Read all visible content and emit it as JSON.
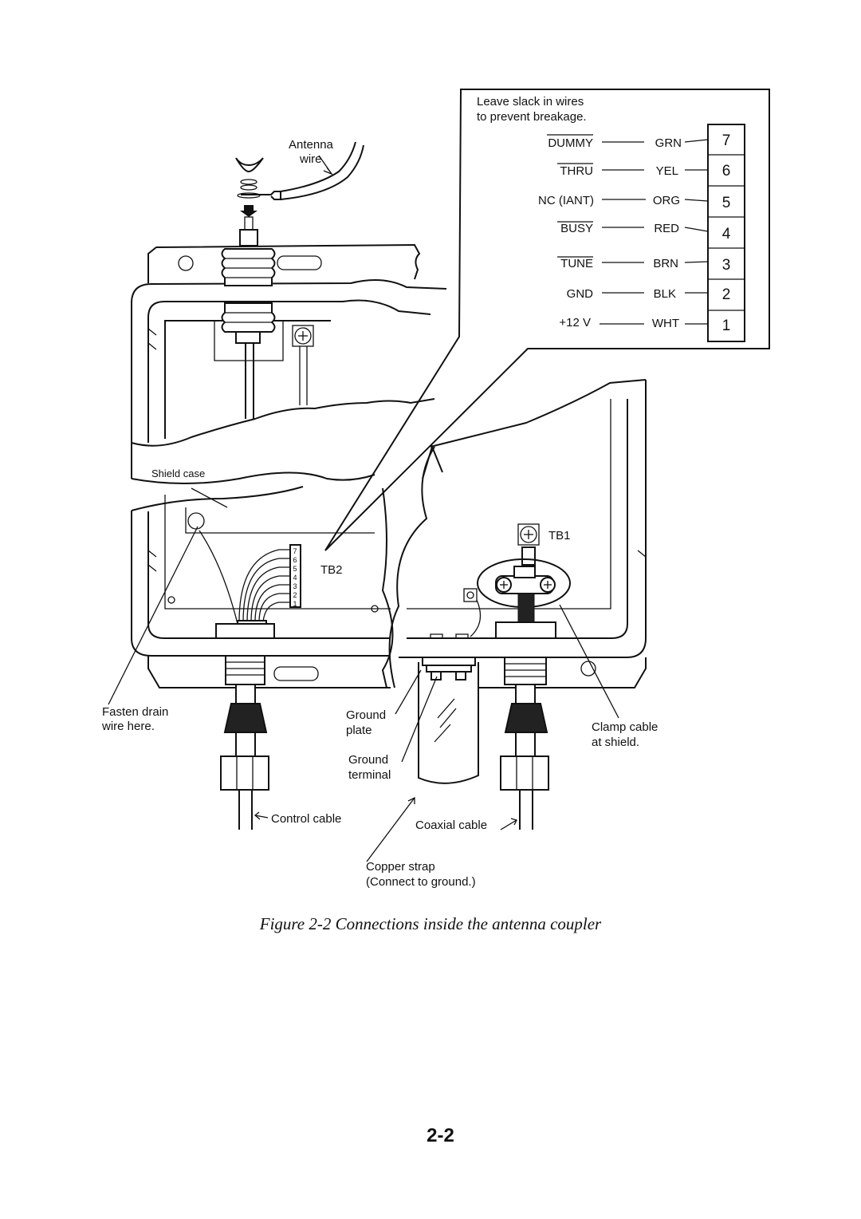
{
  "wiring_box": {
    "note_line1": "Leave slack in wires",
    "note_line2": "to prevent breakage.",
    "rows": [
      {
        "signal": "DUMMY",
        "color": "GRN",
        "terminal": "7"
      },
      {
        "signal": "THRU",
        "color": "YEL",
        "terminal": "6"
      },
      {
        "signal": "NC (IANT)",
        "color": "ORG",
        "terminal": "5"
      },
      {
        "signal": "BUSY",
        "color": "RED",
        "terminal": "4"
      },
      {
        "signal": "TUNE",
        "color": "BRN",
        "terminal": "3"
      },
      {
        "signal": "GND",
        "color": "BLK",
        "terminal": "2"
      },
      {
        "signal": "+12 V",
        "color": "WHT",
        "terminal": "1"
      }
    ]
  },
  "labels": {
    "antenna_wire_1": "Antenna",
    "antenna_wire_2": "wire",
    "shield_case": "Shield case",
    "tb1": "TB1",
    "tb2": "TB2",
    "tb2_pins": [
      "7",
      "6",
      "5",
      "4",
      "3",
      "2",
      "1"
    ],
    "fasten_1": "Fasten drain",
    "fasten_2": "wire here.",
    "ground_plate_1": "Ground",
    "ground_plate_2": "plate",
    "ground_terminal_1": "Ground",
    "ground_terminal_2": "terminal",
    "control_cable": "Control cable",
    "coaxial_cable": "Coaxial cable",
    "clamp_1": "Clamp cable",
    "clamp_2": "at shield.",
    "copper_1": "Copper strap",
    "copper_2": "(Connect to ground.)"
  },
  "caption": "Figure 2-2 Connections inside the antenna coupler",
  "page_number": "2-2"
}
